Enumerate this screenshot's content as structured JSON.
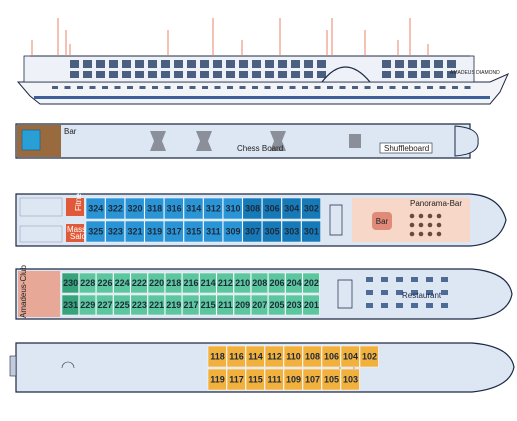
{
  "colors": {
    "outline": "#1c2a44",
    "deck_blue": "#dde6f3",
    "wood": "#9a6a3f",
    "pool": "#2a9fd6",
    "cabin_300": "#2a95d6",
    "cabin_300_dark": "#1679b8",
    "cabin_200": "#5cc79e",
    "cabin_200_dark": "#36a37a",
    "cabin_100": "#f2b03c",
    "cabin_100_dark": "#e08e1a",
    "public": "#f6d7c8",
    "fitness": "#e05a3a",
    "amadeus": "#e7a898",
    "callout": "#e8836a"
  },
  "sun_deck": {
    "bar_label": "Bar",
    "chess_label": "Chess Board",
    "shuffle_label": "Shuffleboard"
  },
  "deck3": {
    "fitness_label": "Fitness",
    "massage_label": "Massage",
    "salon_label": "Salon",
    "bar_label": "Bar",
    "panorama_label": "Panorama-Bar",
    "cabins_top": [
      "324",
      "322",
      "320",
      "318",
      "316",
      "314",
      "312",
      "310",
      "308",
      "306",
      "304",
      "302"
    ],
    "cabins_bottom": [
      "325",
      "323",
      "321",
      "319",
      "317",
      "315",
      "311",
      "309",
      "307",
      "305",
      "303",
      "301"
    ]
  },
  "deck2": {
    "club_label": "Amadeus-Club",
    "restaurant_label": "Restaurant",
    "cabins_top": [
      "230",
      "228",
      "226",
      "224",
      "222",
      "220",
      "218",
      "216",
      "214",
      "212",
      "210",
      "208",
      "206",
      "204",
      "202"
    ],
    "cabins_bottom": [
      "231",
      "229",
      "227",
      "225",
      "223",
      "221",
      "219",
      "217",
      "215",
      "211",
      "209",
      "207",
      "205",
      "203",
      "201"
    ]
  },
  "deck1": {
    "cabins_top": [
      "118",
      "116",
      "114",
      "112",
      "110",
      "108",
      "106",
      "104",
      "102"
    ],
    "cabins_bottom": [
      "119",
      "117",
      "115",
      "111",
      "109",
      "107",
      "105",
      "103"
    ]
  }
}
